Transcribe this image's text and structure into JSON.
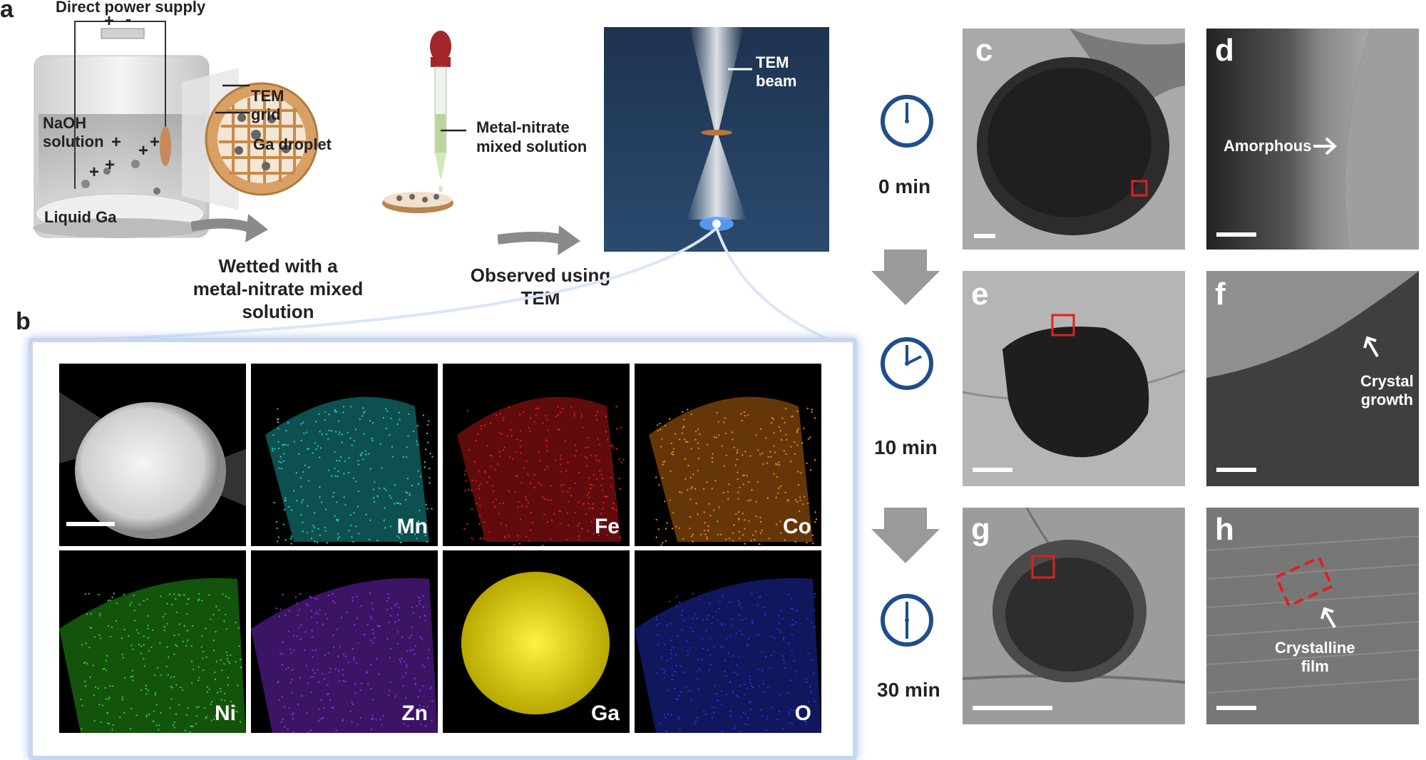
{
  "panel_labels": {
    "a": "a",
    "b": "b",
    "c": "c",
    "d": "d",
    "e": "e",
    "f": "f",
    "g": "g",
    "h": "h"
  },
  "setup": {
    "power_supply": "Direct power supply",
    "plus": "+",
    "minus": "-",
    "naoh": "NaOH\nsolution",
    "liquid_ga": "Liquid Ga",
    "tem_grid": "TEM\ngrid",
    "ga_droplet": "Ga droplet",
    "metal_nitrate": "Metal-nitrate\nmixed solution",
    "tem_beam": "TEM\nbeam"
  },
  "flow": {
    "step1": "Wetted with a\nmetal-nitrate mixed\nsolution",
    "step2": "Observed using\nTEM"
  },
  "eds_maps": [
    {
      "element": "",
      "color": "#d8d8d8"
    },
    {
      "element": "Mn",
      "color": "#22c4c4"
    },
    {
      "element": "Fe",
      "color": "#e01a1a"
    },
    {
      "element": "Co",
      "color": "#e8851a"
    },
    {
      "element": "Ni",
      "color": "#33cc22"
    },
    {
      "element": "Zn",
      "color": "#8a2be2"
    },
    {
      "element": "Ga",
      "color": "#f0e010"
    },
    {
      "element": "O",
      "color": "#2233dd"
    }
  ],
  "timeline": {
    "t0": "0 min",
    "t10": "10 min",
    "t30": "30 min",
    "icon_color": "#1f4e8c"
  },
  "annotations": {
    "amorphous": "Amorphous",
    "crystal_growth": "Crystal\ngrowth",
    "crystalline_film": "Crystalline\nfilm"
  },
  "colors": {
    "highlight": "#e02020",
    "eds_frame": "#b8cdf0"
  }
}
